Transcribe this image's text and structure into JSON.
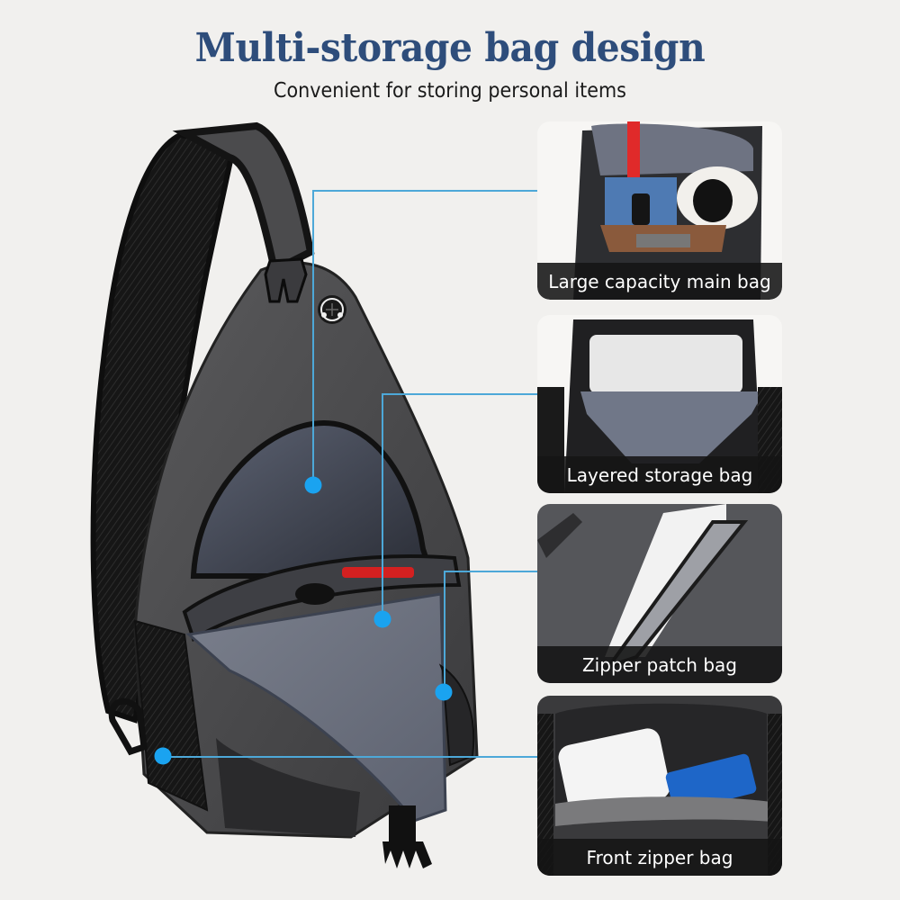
{
  "header": {
    "title": "Multi-storage bag design",
    "subtitle": "Convenient for storing personal items"
  },
  "colors": {
    "background": "#f1f0ee",
    "title": "#2e4d7b",
    "callout_line": "#4da8d8",
    "callout_dot": "#1aa3f0",
    "label_bar": "#141414",
    "label_text": "#ffffff"
  },
  "panels": [
    {
      "label": "Large capacity main bag",
      "image": "main-compartment-photo"
    },
    {
      "label": "Layered storage bag",
      "image": "layered-pocket-photo"
    },
    {
      "label": "Zipper patch bag",
      "image": "zipper-pocket-photo"
    },
    {
      "label": "Front zipper bag",
      "image": "front-pocket-photo"
    }
  ],
  "main_image": {
    "subject": "sling-chest-bag",
    "icons": [
      "headphone-port-icon",
      "buckle-icon"
    ]
  }
}
